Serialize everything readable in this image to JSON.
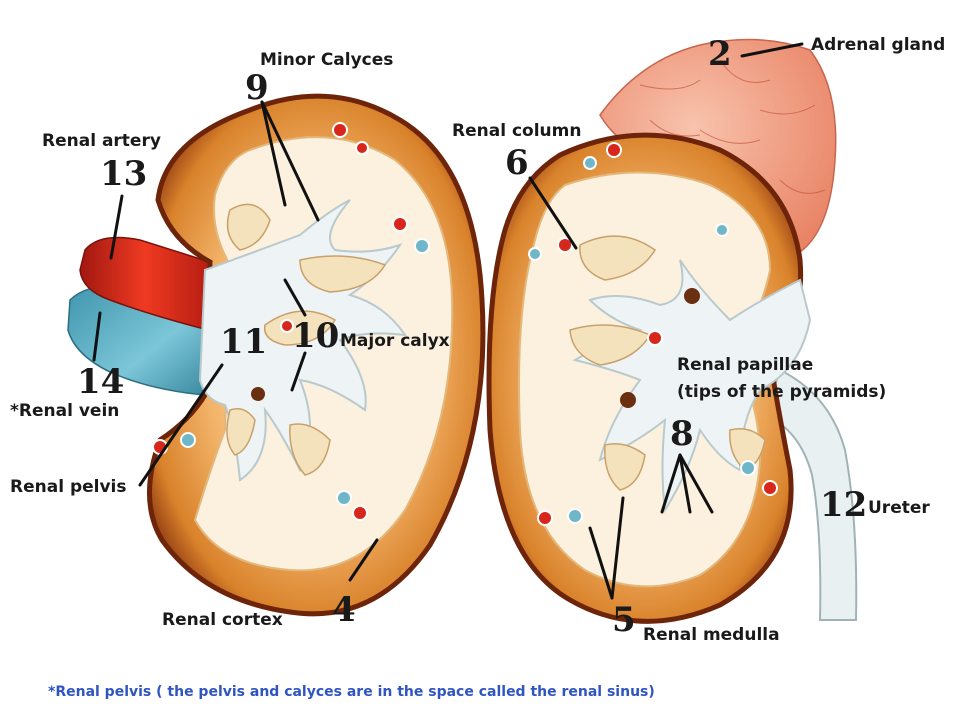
{
  "labels": {
    "adrenal_gland": "Adrenal gland",
    "minor_calyces": "Minor Calyces",
    "renal_artery": "Renal artery",
    "renal_column": "Renal column",
    "major_calyx": "Major calyx",
    "renal_papillae_line1": "Renal papillae",
    "renal_papillae_line2": "(tips of the pyramids)",
    "renal_vein": "*Renal vein",
    "renal_pelvis": "Renal pelvis",
    "ureter": "Ureter",
    "renal_cortex": "Renal cortex",
    "renal_medulla": "Renal medulla"
  },
  "numbers": {
    "n2": "2",
    "n9": "9",
    "n13": "13",
    "n6": "6",
    "n11": "11",
    "n10": "10",
    "n14": "14",
    "n8": "8",
    "n12": "12",
    "n4": "4",
    "n5": "5"
  },
  "footnote": "*Renal pelvis ( the pelvis and calyces are in the space called the renal sinus)",
  "colors": {
    "cortex": "#d9822b",
    "capsule": "#7a2a0c",
    "medulla": "#f6ead0",
    "pelvis": "#e9f0f2",
    "artery": "#d8281b",
    "vein": "#5fb3c8",
    "adrenal": "#f3a58a",
    "footnote": "#2f55c0"
  }
}
